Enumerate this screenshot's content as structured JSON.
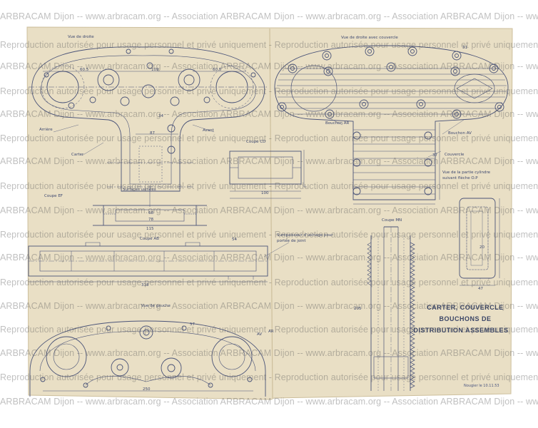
{
  "watermark": {
    "line_a": "ARBRACAM Dijon -- www.arbracam.org -- Association ARBRACAM Dijon -- www.arbracam.org -- Association ARBRACAM Dijon -- www.arbracam.org",
    "line_b": "Reproduction autorisée pour usage personnel et privé uniquement - Reproduction autorisée pour usage personnel et privé uniquement - Reproduction"
  },
  "title": {
    "line1": "CARTER, COUVERCLE",
    "line2": "BOUCHONS DE",
    "line3": "DISTRIBUTION ASSEMBLES"
  },
  "signature": "Nougier le 10.11.53",
  "views": {
    "right_view": "Vue de droite",
    "right_view_cover": "Vue de droite avec couvercle",
    "left_view": "Vue de gauche",
    "section_ab": "Coupe AB",
    "section_cd": "Coupe CD",
    "section_ef": "Coupe EF",
    "section_mn": "Coupe MN",
    "cylinder_view": "Vue de la partie cylindre suivant flèche O.P"
  },
  "labels": {
    "arriere": "Arrière",
    "avant": "Avant",
    "carter": "Carter",
    "bouchon_ar": "Bouchon AR",
    "bouchon_av": "Bouchon AV",
    "couvercle": "Couvercle",
    "surepaisseur": "Surépaisseur d'usinage pour portée de joint",
    "surfaces": "Surfaces usinées",
    "ar": "AR",
    "av": "AV"
  },
  "dimensions": {
    "d_60_5a": "60.5",
    "d_109": "109",
    "d_60_5b": "60.5",
    "d_34": "34",
    "d_87": "87",
    "d_100": "100",
    "d_115": "115",
    "d_318": "318",
    "d_250": "250",
    "d_54": "54",
    "d_57": "57",
    "d_31": "31",
    "d_37": "37",
    "d_47": "47",
    "d_20": "20",
    "d_205": "205",
    "d_68": "68",
    "d_78": "78"
  }
}
